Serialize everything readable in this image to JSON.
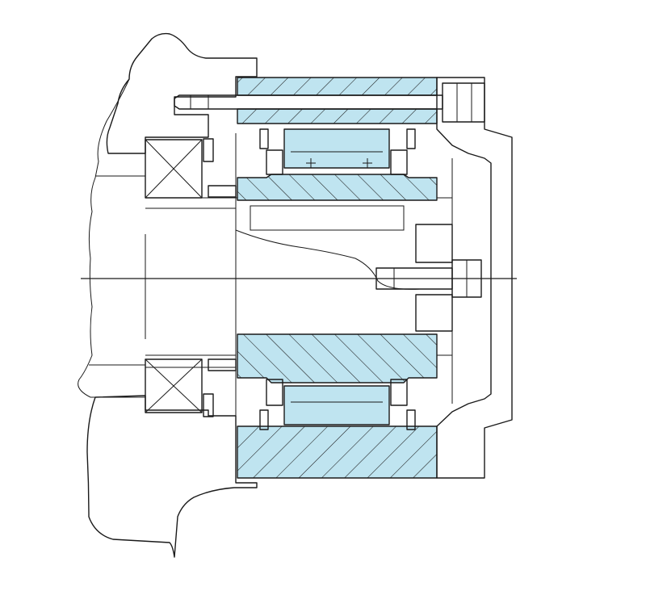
{
  "drawing": {
    "kind": "cross-section",
    "colors": {
      "line": "#1a1a1a",
      "highlight_fill": "#bfe4f0",
      "background": "#ffffff"
    },
    "components": [
      "housing-wall",
      "ball-bearing-upper",
      "ball-bearing-lower",
      "spacer-ring-upper",
      "spacer-ring-lower",
      "outer-ring-upper",
      "outer-ring-lower",
      "inner-ring-upper",
      "inner-ring-lower",
      "cage-upper",
      "cage-lower",
      "through-bolt",
      "end-cap",
      "center-screw",
      "shaft-broken-section"
    ]
  }
}
